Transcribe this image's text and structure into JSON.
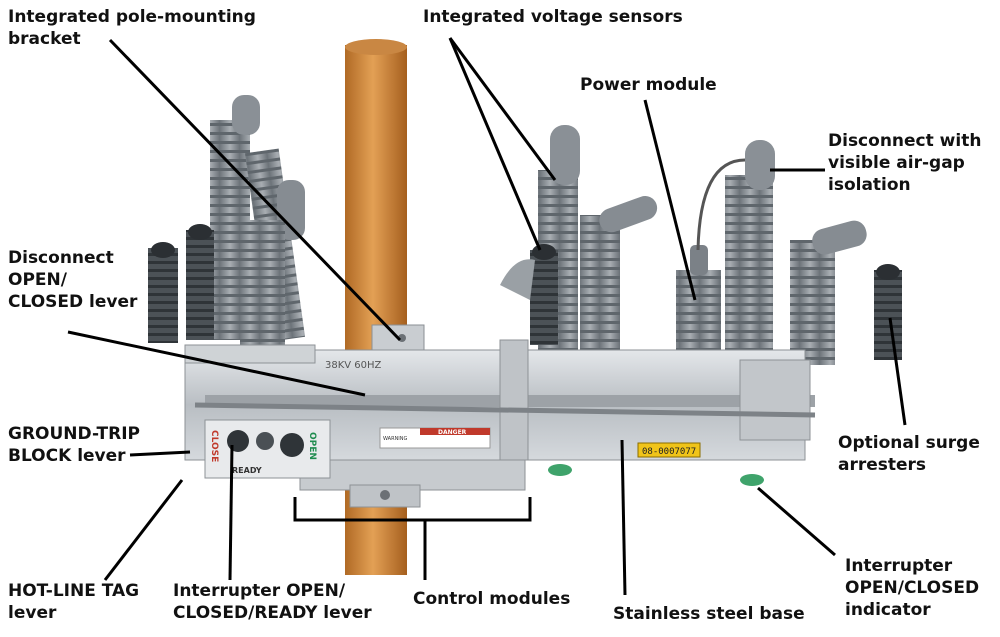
{
  "labels": {
    "pole_bracket": "Integrated pole-mounting\nbracket",
    "voltage_sensors": "Integrated voltage sensors",
    "power_module": "Power module",
    "disconnect_airgap": "Disconnect with\nvisible air-gap\nisolation",
    "disconnect_lever": "Disconnect\nOPEN/\nCLOSED lever",
    "ground_trip": "GROUND-TRIP\nBLOCK lever",
    "hotline_tag": "HOT-LINE TAG\nlever",
    "interrupter_lever": "Interrupter OPEN/\nCLOSED/READY lever",
    "control_modules": "Control modules",
    "stainless_base": "Stainless steel base",
    "interrupter_indicator": "Interrupter\nOPEN/CLOSED\nindicator",
    "surge_arresters": "Optional surge\narresters"
  },
  "device_text": {
    "rating": "38KV 60HZ",
    "close": "CLOSE",
    "open": "OPEN",
    "ready": "READY",
    "danger": "DANGER",
    "warning": "WARNING",
    "serial": "08-0007077"
  },
  "colors": {
    "pole": "#d08a3a",
    "insulator": "#8e9499",
    "steel": "#c4c8cc",
    "serial_tag": "#f0c419",
    "close_red": "#c0392b",
    "open_green": "#1e8c4e"
  }
}
